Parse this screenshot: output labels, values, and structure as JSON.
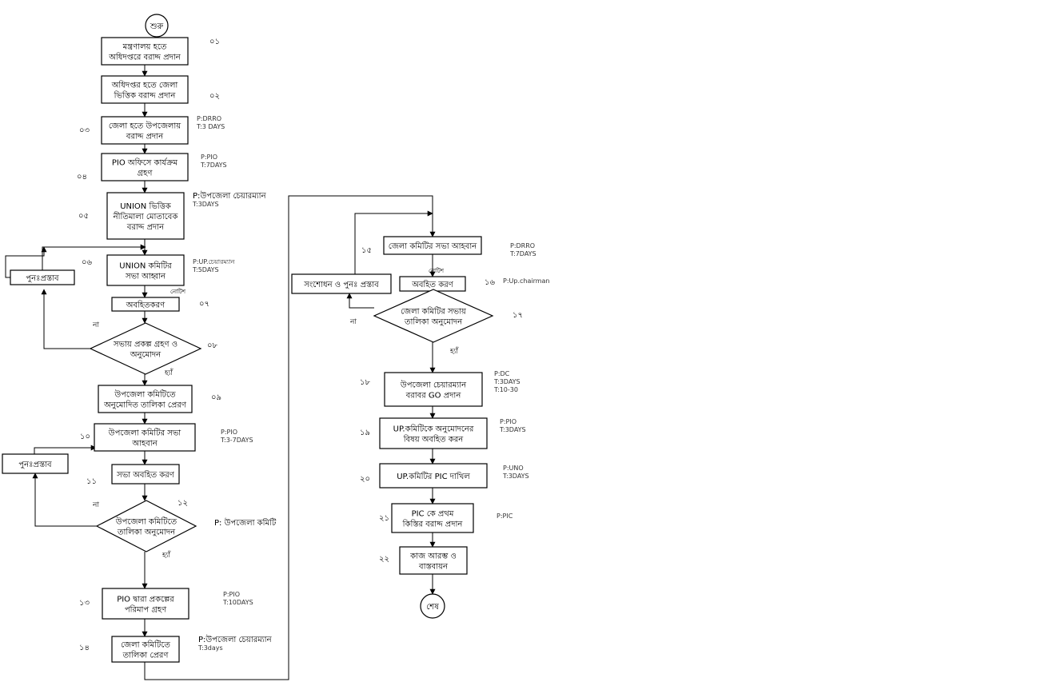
{
  "nodes": [
    {
      "id": "start",
      "shape": "circle",
      "lines": [
        "শুরু"
      ]
    },
    {
      "id": "n1",
      "shape": "rect",
      "lines": [
        "মন্ত্রণালয় হতে",
        "অধিদপ্তরে বরাদ্দ প্রদান"
      ]
    },
    {
      "id": "n2",
      "shape": "rect",
      "lines": [
        "অধিদপ্তর  হতে জেলা",
        "ভিত্তিক বরাদ্দ প্রদান"
      ]
    },
    {
      "id": "n3",
      "shape": "rect",
      "lines": [
        "জেলা হতে উপজেলায়",
        "বরাদ্দ প্রদান"
      ]
    },
    {
      "id": "n4",
      "shape": "rect",
      "lines": [
        "PIO অফিসে কার্যক্রম",
        "গ্রহণ"
      ]
    },
    {
      "id": "n5",
      "shape": "rect",
      "lines": [
        "UNION ভিত্তিক",
        "নীতিমালা মোতাবেক",
        "বরাদ্দ প্রদান"
      ]
    },
    {
      "id": "n6",
      "shape": "rect",
      "lines": [
        "UNION কমিটির",
        "সভা আহ্বান"
      ]
    },
    {
      "id": "n6r",
      "shape": "rect",
      "lines": [
        "পুনঃপ্রস্তাব"
      ]
    },
    {
      "id": "n7",
      "shape": "rect",
      "lines": [
        "অবহিতকরণ"
      ]
    },
    {
      "id": "n8",
      "shape": "diamond",
      "lines": [
        "সভায় প্রকল্প গ্রহণ ও",
        "অনুমোদন"
      ]
    },
    {
      "id": "n9",
      "shape": "rect",
      "lines": [
        "উপজেলা কমিটিতে",
        "অনুমোদিত তালিকা প্রেরণ"
      ]
    },
    {
      "id": "n10",
      "shape": "rect",
      "lines": [
        "উপজেলা কমিটির সভা",
        "আহবান"
      ]
    },
    {
      "id": "n10r",
      "shape": "rect",
      "lines": [
        "পুনঃপ্রস্তাব"
      ]
    },
    {
      "id": "n11",
      "shape": "rect",
      "lines": [
        "সভা অবহিত করণ"
      ]
    },
    {
      "id": "n12",
      "shape": "diamond",
      "lines": [
        "উপজেলা কমিটিতে",
        "তালিকা অনুমোদন"
      ]
    },
    {
      "id": "n13",
      "shape": "rect",
      "lines": [
        "PIO  দ্বারা প্রকল্পের",
        "পরিমাপ গ্রহণ"
      ]
    },
    {
      "id": "n14",
      "shape": "rect",
      "lines": [
        "জেলা কমিটিতে",
        "তালিকা প্রেরণ"
      ]
    },
    {
      "id": "n15",
      "shape": "rect",
      "lines": [
        "জেলা কমিটির সভা আহবান"
      ]
    },
    {
      "id": "n15r",
      "shape": "rect",
      "lines": [
        "সংশোধন ও  পুনঃ প্রস্তাব"
      ]
    },
    {
      "id": "n16",
      "shape": "rect",
      "lines": [
        "অবহিত করণ"
      ]
    },
    {
      "id": "n17",
      "shape": "diamond",
      "lines": [
        "জেলা কমিটির সভায়",
        "তালিকা অনুমোদন"
      ]
    },
    {
      "id": "n18",
      "shape": "rect",
      "lines": [
        "উপজেলা চেয়ারম্যান",
        "বরাবর GO প্রদান"
      ]
    },
    {
      "id": "n19",
      "shape": "rect",
      "lines": [
        "UP.কমিটিকে অনুমোদনের",
        "বিষয় অবহিত করন"
      ]
    },
    {
      "id": "n20",
      "shape": "rect",
      "lines": [
        "UP.কমিটির PIC দাখিল"
      ]
    },
    {
      "id": "n21",
      "shape": "rect",
      "lines": [
        "PIC কে প্রথম",
        "কিস্তির বরাদ্দ প্রদান"
      ]
    },
    {
      "id": "n22",
      "shape": "rect",
      "lines": [
        "কাজ আরম্ভ ও",
        "বাস্তবায়ন"
      ]
    },
    {
      "id": "end",
      "shape": "circle",
      "lines": [
        "শেষ"
      ]
    }
  ],
  "step_numbers": [
    "০১",
    "০২",
    "০৩",
    "০৪",
    "০৫",
    "০৬",
    "০৭",
    "০৮",
    "০৯",
    "১০",
    "১১",
    "১২",
    "১৩",
    "১৪",
    "১৫",
    "১৬",
    "১৭",
    "১৮",
    "১৯",
    "২০",
    "২১",
    "২২"
  ],
  "annotations": [
    {
      "id": "a3",
      "lines": [
        "P:DRRO",
        "T:3 DAYS"
      ]
    },
    {
      "id": "a4",
      "lines": [
        "P:PIO",
        "T:7DAYS"
      ]
    },
    {
      "id": "a5",
      "lines": [
        "P:উপজেলা চেয়ারম্যান",
        "T:3DAYS"
      ]
    },
    {
      "id": "a6",
      "lines": [
        "P:UP.চেয়ারম্যান",
        "T:5DAYS"
      ]
    },
    {
      "id": "a10",
      "lines": [
        "P:PIO",
        "T:3-7DAYS"
      ]
    },
    {
      "id": "a12",
      "lines": [
        "P: উপজেলা কমিটি"
      ]
    },
    {
      "id": "a13",
      "lines": [
        "P:PIO",
        "T:10DAYS"
      ]
    },
    {
      "id": "a14",
      "lines": [
        "P:উপজেলা চেয়ারম্যান",
        "T:3days"
      ]
    },
    {
      "id": "a15",
      "lines": [
        "P:DRRO",
        "T:7DAYS"
      ]
    },
    {
      "id": "a16",
      "lines": [
        "P:Up.chairman"
      ]
    },
    {
      "id": "a18",
      "lines": [
        "P:DC",
        "T:3DAYS",
        "T:10-30"
      ]
    },
    {
      "id": "a19",
      "lines": [
        "P:PIO",
        "T:3DAYS"
      ]
    },
    {
      "id": "a20",
      "lines": [
        "P:UNO",
        "T:3DAYS"
      ]
    },
    {
      "id": "a21",
      "lines": [
        "P:PIC"
      ]
    }
  ],
  "edge_labels": [
    {
      "id": "notice1",
      "text": "নোটিশ"
    },
    {
      "id": "no8",
      "text": "না"
    },
    {
      "id": "yes8",
      "text": "হ্যাঁ"
    },
    {
      "id": "no12",
      "text": "না"
    },
    {
      "id": "yes12",
      "text": "হ্যাঁ"
    },
    {
      "id": "notice2",
      "text": "নোটিশ"
    },
    {
      "id": "no17",
      "text": "না"
    },
    {
      "id": "yes17",
      "text": "হ্যাঁ"
    }
  ]
}
